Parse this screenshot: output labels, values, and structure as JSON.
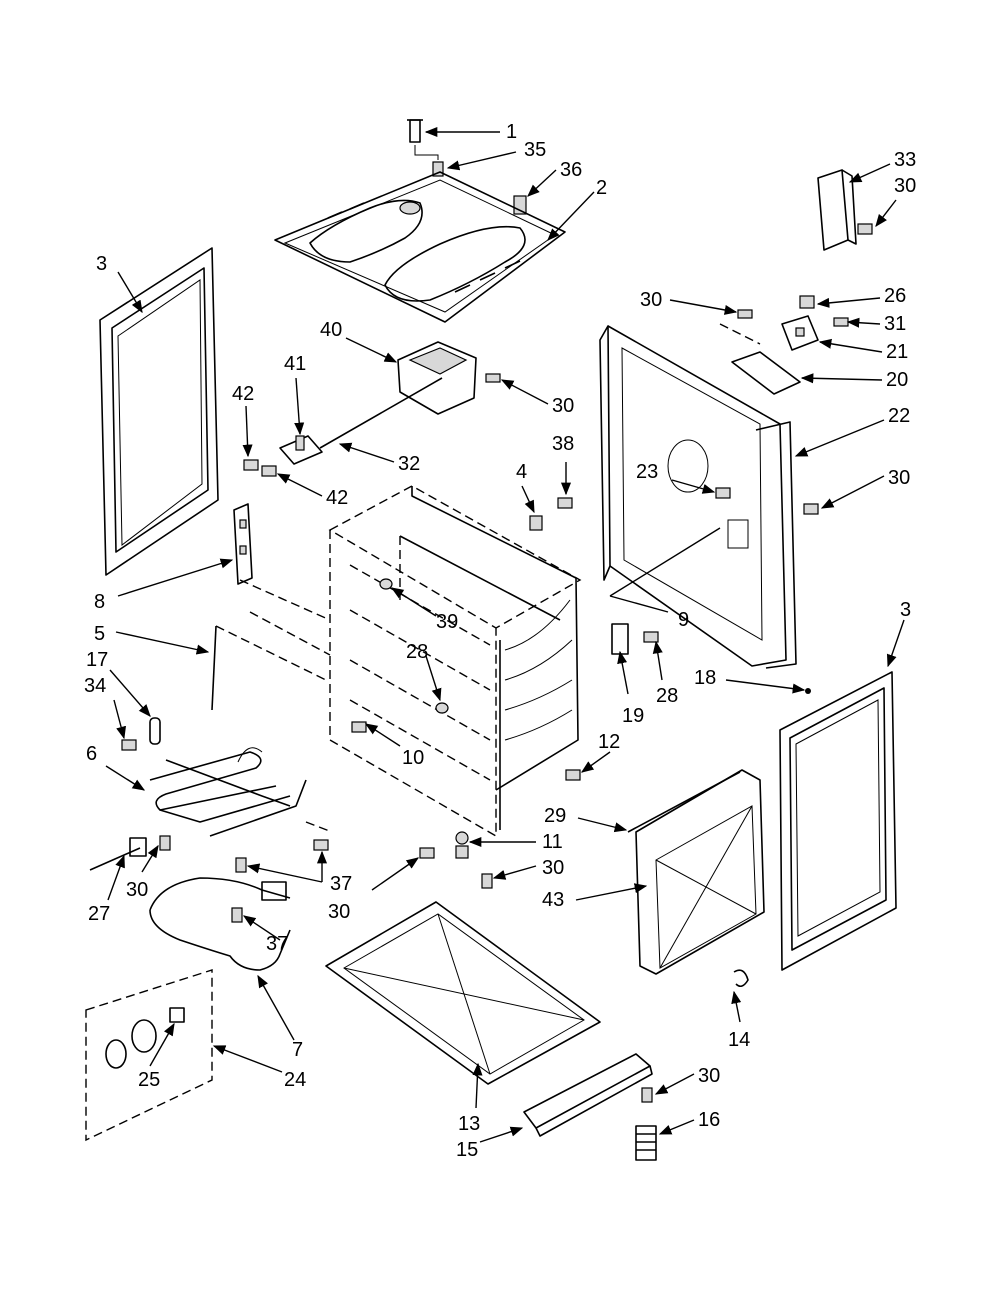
{
  "callouts": [
    {
      "id": "c1",
      "text": "1"
    },
    {
      "id": "c35",
      "text": "35"
    },
    {
      "id": "c36",
      "text": "36"
    },
    {
      "id": "c2",
      "text": "2"
    },
    {
      "id": "c33",
      "text": "33"
    },
    {
      "id": "c30a",
      "text": "30"
    },
    {
      "id": "c3a",
      "text": "3"
    },
    {
      "id": "c30b",
      "text": "30"
    },
    {
      "id": "c26",
      "text": "26"
    },
    {
      "id": "c31",
      "text": "31"
    },
    {
      "id": "c40",
      "text": "40"
    },
    {
      "id": "c21",
      "text": "21"
    },
    {
      "id": "c41",
      "text": "41"
    },
    {
      "id": "c30c",
      "text": "30"
    },
    {
      "id": "c20",
      "text": "20"
    },
    {
      "id": "c42a",
      "text": "42"
    },
    {
      "id": "c22",
      "text": "22"
    },
    {
      "id": "c32",
      "text": "32"
    },
    {
      "id": "c38",
      "text": "38"
    },
    {
      "id": "c23",
      "text": "23"
    },
    {
      "id": "c4",
      "text": "4"
    },
    {
      "id": "c42b",
      "text": "42"
    },
    {
      "id": "c30d",
      "text": "30"
    },
    {
      "id": "c8",
      "text": "8"
    },
    {
      "id": "c9",
      "text": "9"
    },
    {
      "id": "c39",
      "text": "39"
    },
    {
      "id": "c5",
      "text": "5"
    },
    {
      "id": "c3b",
      "text": "3"
    },
    {
      "id": "c28a",
      "text": "28"
    },
    {
      "id": "c17",
      "text": "17"
    },
    {
      "id": "c28b",
      "text": "28"
    },
    {
      "id": "c34",
      "text": "34"
    },
    {
      "id": "c19",
      "text": "19"
    },
    {
      "id": "c18",
      "text": "18"
    },
    {
      "id": "c6",
      "text": "6"
    },
    {
      "id": "c10",
      "text": "10"
    },
    {
      "id": "c12",
      "text": "12"
    },
    {
      "id": "c29",
      "text": "29"
    },
    {
      "id": "c11",
      "text": "11"
    },
    {
      "id": "c30e",
      "text": "30"
    },
    {
      "id": "c30f",
      "text": "30"
    },
    {
      "id": "c37a",
      "text": "37"
    },
    {
      "id": "c27",
      "text": "27"
    },
    {
      "id": "c30g",
      "text": "30"
    },
    {
      "id": "c43",
      "text": "43"
    },
    {
      "id": "c37b",
      "text": "37"
    },
    {
      "id": "c7",
      "text": "7"
    },
    {
      "id": "c14",
      "text": "14"
    },
    {
      "id": "c25",
      "text": "25"
    },
    {
      "id": "c24",
      "text": "24"
    },
    {
      "id": "c30h",
      "text": "30"
    },
    {
      "id": "c13",
      "text": "13"
    },
    {
      "id": "c16",
      "text": "16"
    },
    {
      "id": "c15",
      "text": "15"
    }
  ]
}
